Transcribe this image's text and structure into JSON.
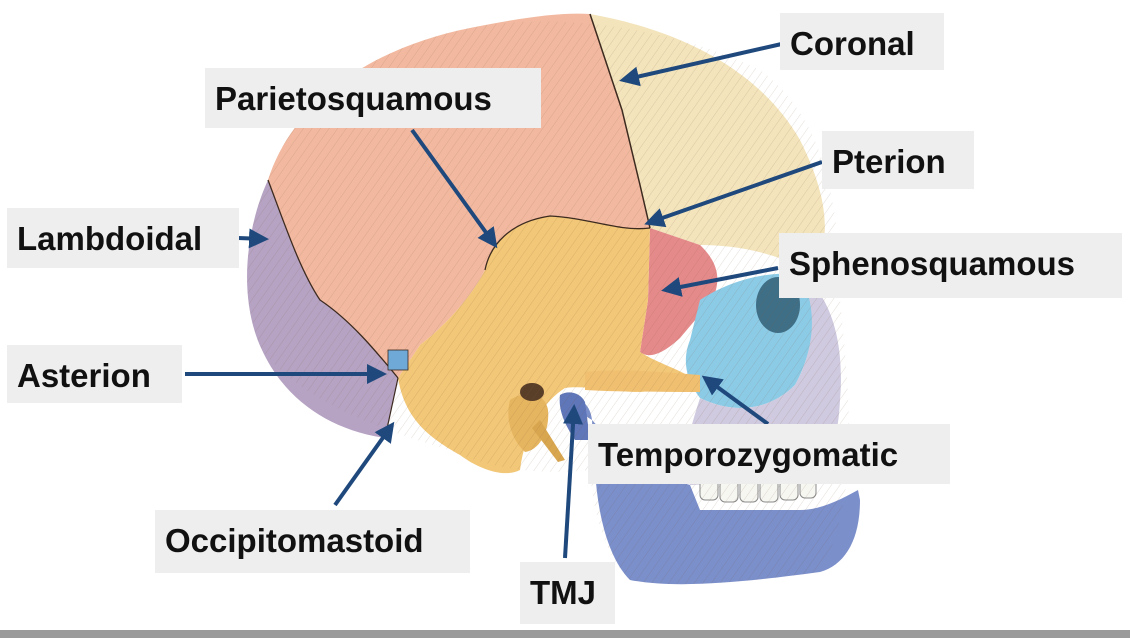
{
  "labels": {
    "coronal": "Coronal",
    "parietosquamous": "Parietosquamous",
    "pterion": "Pterion",
    "lambdoidal": "Lambdoidal",
    "sphenosquamous": "Sphenosquamous",
    "asterion": "Asterion",
    "temporozygomatic": "Temporozygomatic",
    "occipitomastoid": "Occipitomastoid",
    "tmj": "TMJ"
  },
  "colors": {
    "arrow": "#1f497d",
    "label_bg": "#eeeeee",
    "parietal": "#f2b9a0",
    "frontal": "#f3e4bc",
    "temporal": "#f2c777",
    "sphenoid": "#e58a8a",
    "occipital": "#b6a3c3",
    "zygomatic": "#8ccbe6",
    "mandible": "#7b8fcb",
    "maxilla": "#cfcadf"
  }
}
